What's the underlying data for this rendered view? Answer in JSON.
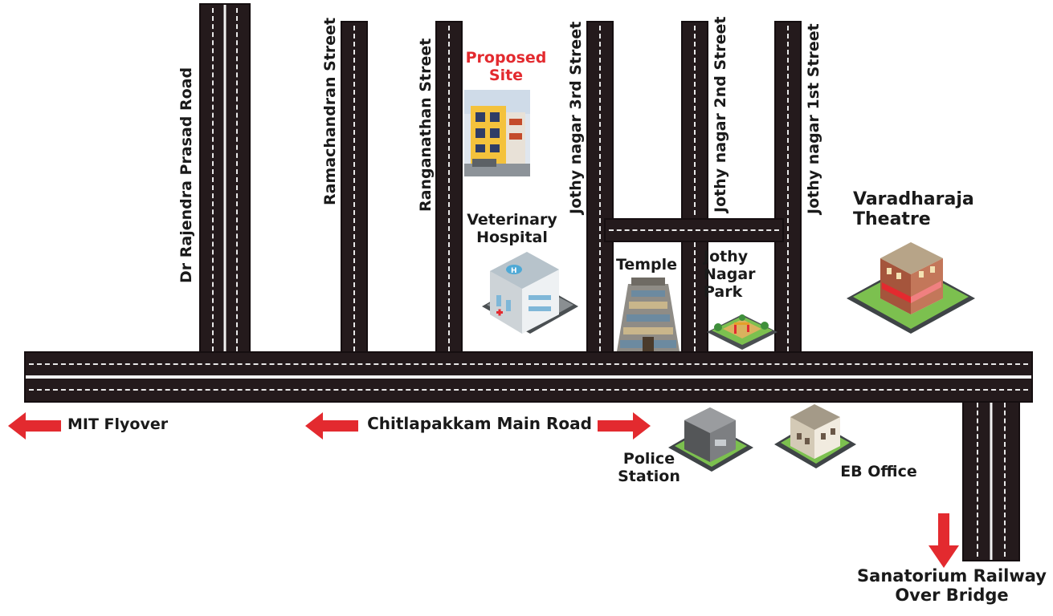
{
  "roads": {
    "main_road": "Chitlapakkam Main Road",
    "dr_rajendra": "Dr Rajendra Prasad Road",
    "ramachandran": "Ramachandran Street",
    "ranganathan": "Ranganathan Street",
    "jothy3": "Jothy nagar 3rd Street",
    "jothy2": "Jothy nagar 2nd Street",
    "jothy1": "Jothy nagar 1st Street"
  },
  "landmarks": {
    "proposed_site_line1": "Proposed",
    "proposed_site_line2": "Site",
    "veterinary_line1": "Veterinary",
    "veterinary_line2": "Hospital",
    "temple": "Temple",
    "park_line1": "Jothy",
    "park_line2": "Nagar",
    "park_line3": "Park",
    "theatre_line1": "Varadharaja",
    "theatre_line2": "Theatre",
    "police_line1": "Police",
    "police_line2": "Station",
    "eb_office": "EB Office"
  },
  "directions": {
    "mit_flyover": "MIT Flyover",
    "sanatorium_line1": "Sanatorium Railway",
    "sanatorium_line2": "Over Bridge"
  },
  "colors": {
    "road": "#241a1c",
    "accent_red": "#e32a2f"
  }
}
